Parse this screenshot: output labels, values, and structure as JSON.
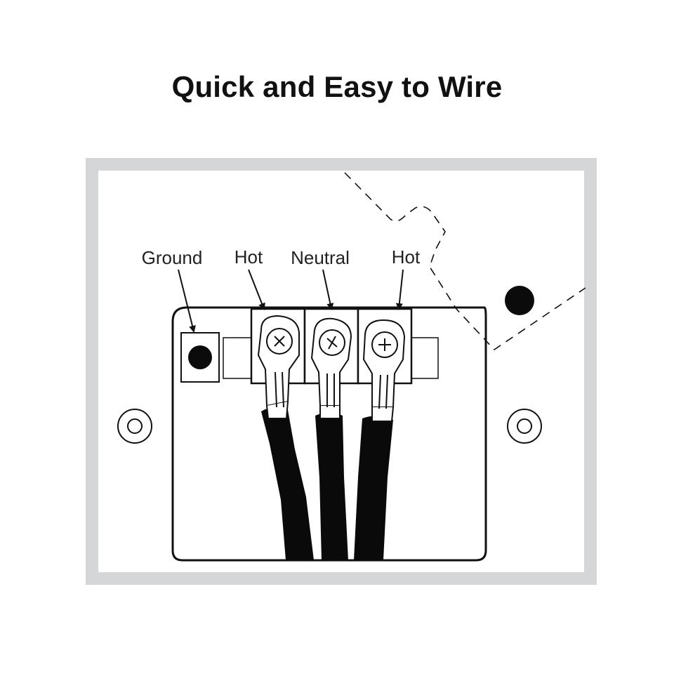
{
  "title": "Quick and Easy to Wire",
  "labels": {
    "ground": "Ground",
    "hot_left": "Hot",
    "neutral": "Neutral",
    "hot_right": "Hot"
  },
  "colors": {
    "frame": "#d4d6d7",
    "line": "#111111",
    "cable": "#0a0a0a",
    "background": "#ffffff"
  }
}
